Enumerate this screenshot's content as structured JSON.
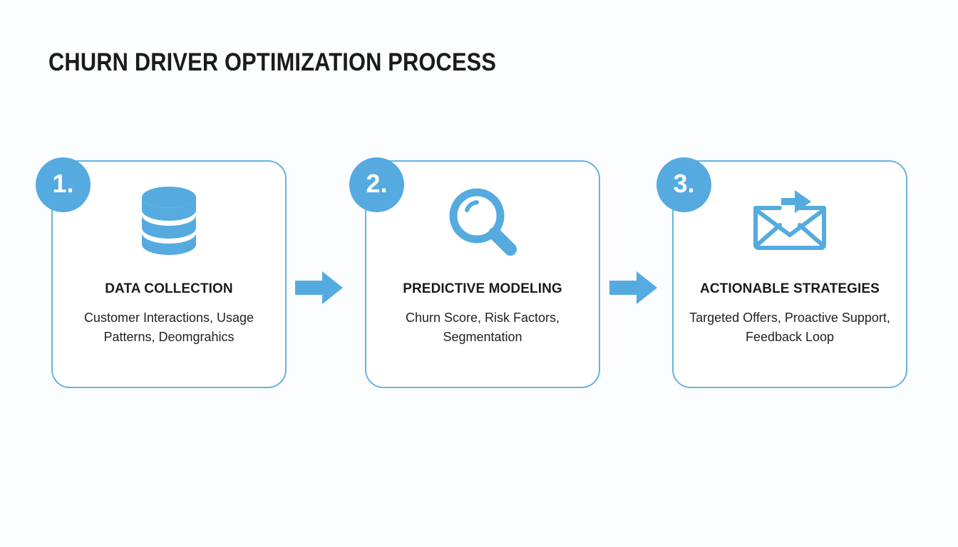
{
  "page": {
    "title": "CHURN DRIVER OPTIMIZATION PROCESS",
    "background_color": "#fcfdfe",
    "accent_color": "#55ABDF",
    "border_color": "#65b3e0",
    "text_color": "#1b1b1b"
  },
  "steps": [
    {
      "number": "1.",
      "icon": "database-icon",
      "heading": "DATA COLLECTION",
      "description": "Customer Interactions, Usage Patterns, Deomgrahics"
    },
    {
      "number": "2.",
      "icon": "magnifier-icon",
      "heading": "PREDICTIVE MODELING",
      "description": "Churn Score, Risk Factors, Segmentation"
    },
    {
      "number": "3.",
      "icon": "envelope-send-icon",
      "heading": "ACTIONABLE STRATEGIES",
      "description": "Targeted Offers, Proactive Support, Feedback Loop"
    }
  ],
  "connectors": [
    {
      "icon": "arrow-right-icon"
    },
    {
      "icon": "arrow-right-icon"
    }
  ]
}
